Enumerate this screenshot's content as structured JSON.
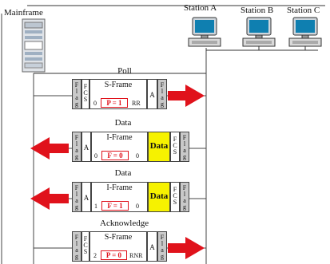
{
  "nodes": {
    "mainframe": "Mainframe",
    "station_a": "Station A",
    "station_b": "Station B",
    "station_c": "Station C"
  },
  "frames": [
    {
      "caption": "Poll",
      "kind": "S-Frame",
      "fcs": "FCS",
      "flag": "Flag",
      "addr": "A",
      "ns": "0",
      "pf": "P = 1",
      "ctrl": "RR",
      "direction": "right"
    },
    {
      "caption": "Data",
      "kind": "I-Frame",
      "fcs": "FCS",
      "flag": "Flag",
      "addr": "A",
      "ns": "0",
      "pf": "F = 0",
      "nr": "0",
      "info": "Data",
      "direction": "left"
    },
    {
      "caption": "Data",
      "kind": "I-Frame",
      "fcs": "FCS",
      "flag": "Flag",
      "addr": "A",
      "ns": "1",
      "pf": "F = 1",
      "nr": "0",
      "info": "Data",
      "direction": "left"
    },
    {
      "caption": "Acknowledge",
      "kind": "S-Frame",
      "fcs": "FCS",
      "flag": "Flag",
      "addr": "A",
      "ns": "2",
      "pf": "P = 0",
      "ctrl": "RNR",
      "direction": "right"
    }
  ],
  "colors": {
    "arrow": "#e0121b",
    "data_field": "#f6f200",
    "flag_field": "#c9c9c9",
    "highlight_text": "#e0121b"
  }
}
